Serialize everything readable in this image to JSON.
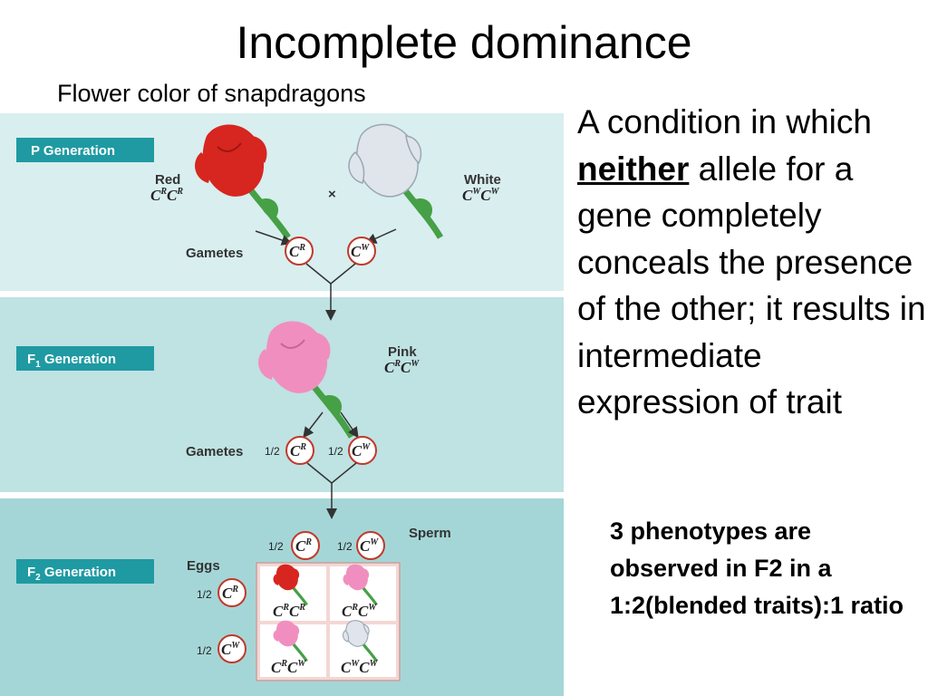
{
  "slide": {
    "title": "Incomplete dominance",
    "subtitle": "Flower color of snapdragons",
    "definition": {
      "before": "A condition in which ",
      "keyword": "neither",
      "after": " allele for a gene completely conceals the presence of the other; it results in intermediate expression of trait"
    },
    "note": "3 phenotypes are observed in F2 in a 1:2(blended traits):1 ratio"
  },
  "figure": {
    "p_generation": {
      "label": "P Generation",
      "parent_red": "Red",
      "parent_white": "White",
      "cross_symbol": "×",
      "gametes_label": "Gametes"
    },
    "f1_generation": {
      "label_prefix": "F",
      "label_sub": "1",
      "label_rest": " Generation",
      "phenotype": "Pink",
      "gametes_label": "Gametes",
      "fraction": "1/2"
    },
    "f2_generation": {
      "label_prefix": "F",
      "label_sub": "2",
      "label_rest": " Generation",
      "sperm_label": "Sperm",
      "eggs_label": "Eggs",
      "fraction": "1/2"
    },
    "allele": {
      "base": "C",
      "red_sup": "R",
      "white_sup": "W"
    },
    "colors": {
      "band_light": "#d9eeef",
      "band_mid": "#bfe2e3",
      "band_dark": "#a5d6d7",
      "label_box": "#1f9aa2",
      "red_flower": "#d6261f",
      "white_flower": "#dfe5ea",
      "pink_flower": "#f08fbf",
      "stem": "#46a046",
      "circle_stroke": "#c0392b"
    }
  }
}
